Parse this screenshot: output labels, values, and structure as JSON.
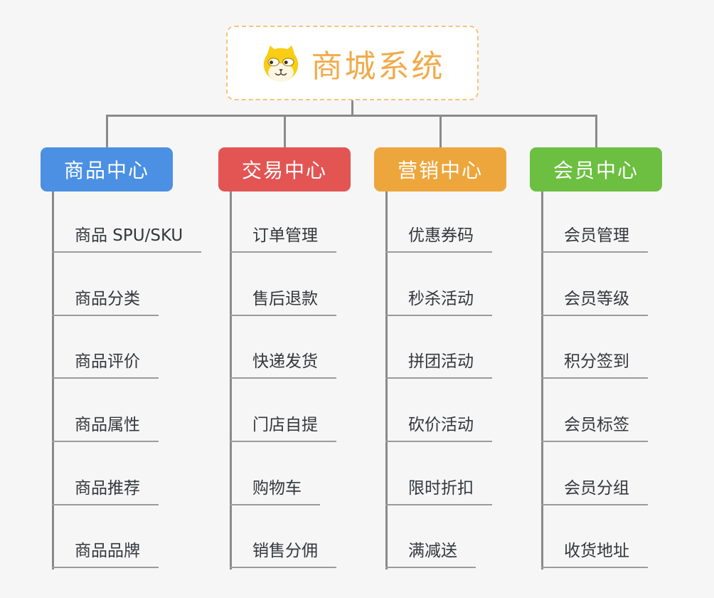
{
  "background": "#f6f6f6",
  "connector_color": "#8a8a8a",
  "root": {
    "title": "商城系统",
    "icon": "dog-face-icon",
    "border_color": "#f5c37d",
    "title_color": "#f0ab4b"
  },
  "branches": [
    {
      "label": "商品中心",
      "color": "#4b90e2",
      "items": [
        "商品 SPU/SKU",
        "商品分类",
        "商品评价",
        "商品属性",
        "商品推荐",
        "商品品牌"
      ]
    },
    {
      "label": "交易中心",
      "color": "#e25553",
      "items": [
        "订单管理",
        "售后退款",
        "快递发货",
        "门店自提",
        "购物车",
        "销售分佣"
      ]
    },
    {
      "label": "营销中心",
      "color": "#eda63b",
      "items": [
        "优惠券码",
        "秒杀活动",
        "拼团活动",
        "砍价活动",
        "限时折扣",
        "满减送"
      ]
    },
    {
      "label": "会员中心",
      "color": "#6cbf40",
      "items": [
        "会员管理",
        "会员等级",
        "积分签到",
        "会员标签",
        "会员分组",
        "收货地址"
      ]
    }
  ]
}
